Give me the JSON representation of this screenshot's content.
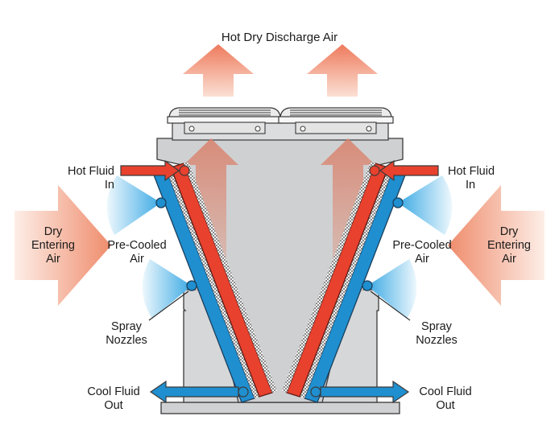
{
  "title": "Hot Dry Discharge Air",
  "left": {
    "hot_fluid_in": [
      "Hot Fluid",
      "In"
    ],
    "dry_entering_air": [
      "Dry",
      "Entering",
      "Air"
    ],
    "pre_cooled_air": [
      "Pre-Cooled",
      "Air"
    ],
    "spray_nozzles": [
      "Spray",
      "Nozzles"
    ],
    "cool_fluid_out": [
      "Cool Fluid",
      "Out"
    ]
  },
  "right": {
    "hot_fluid_in": [
      "Hot Fluid",
      "In"
    ],
    "dry_entering_air": [
      "Dry",
      "Entering",
      "Air"
    ],
    "pre_cooled_air": [
      "Pre-Cooled",
      "Air"
    ],
    "spray_nozzles": [
      "Spray",
      "Nozzles"
    ],
    "cool_fluid_out": [
      "Cool Fluid",
      "Out"
    ]
  },
  "colors": {
    "hot_pipe": "#e8412e",
    "cool_pipe": "#1f8fd0",
    "hot_air": "#ee8a6e",
    "entering_air": "#f2a88c",
    "spray": "#74c6ee",
    "housing": "#d6d7d9",
    "outline": "#3a3a3a"
  }
}
